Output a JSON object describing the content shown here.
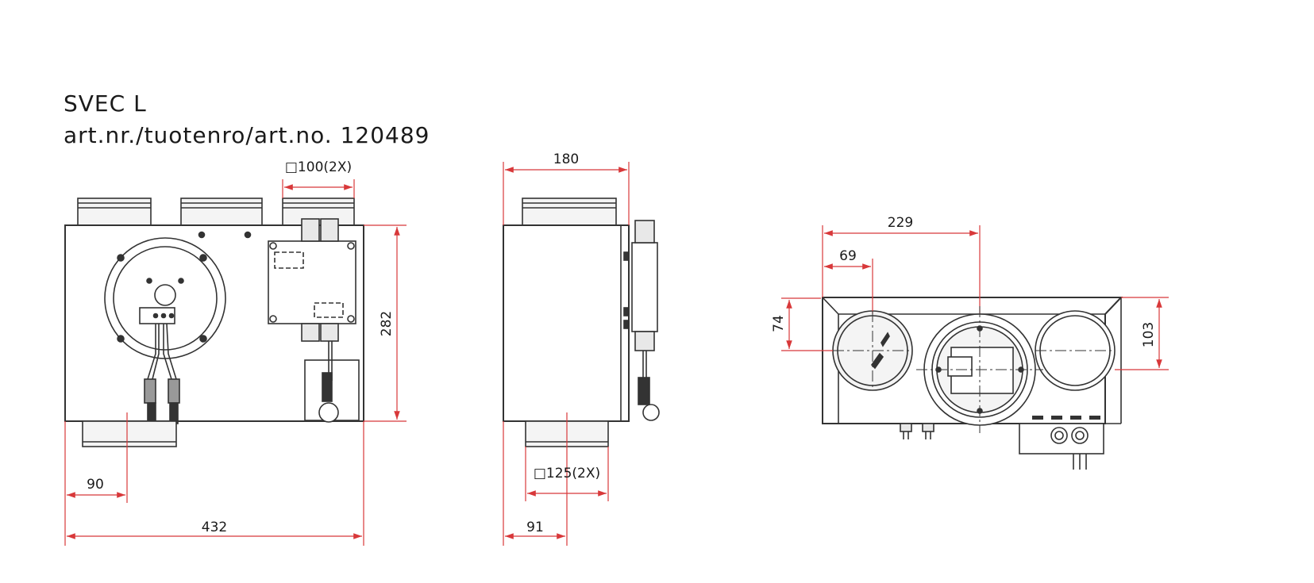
{
  "title": {
    "model": "SVEC L",
    "article": "art.nr./tuotenro/art.no. 120489"
  },
  "dimensions": {
    "front_width": "432",
    "front_height": "282",
    "front_offset": "90",
    "top_duct": "□100(2X)",
    "side_width": "180",
    "side_offset": "91",
    "bottom_duct": "□125(2X)",
    "rear_229": "229",
    "rear_69": "69",
    "rear_74": "74",
    "rear_103": "103"
  },
  "colors": {
    "dimension": "#d8383a",
    "outline": "#333333",
    "fill_light": "#f2f2f2"
  }
}
